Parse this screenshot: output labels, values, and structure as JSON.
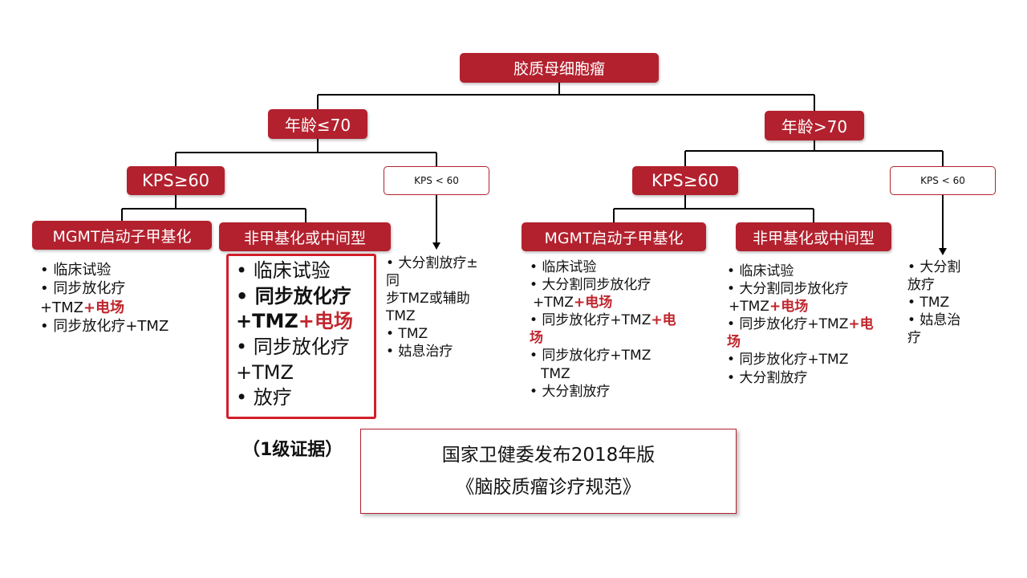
{
  "root": "胶质母细胞瘤",
  "age_low": "年龄≤70",
  "age_high": "年龄>70",
  "kps_hi_left": "KPS≥60",
  "kps_lo_left": "KPS < 60",
  "kps_hi_right": "KPS≥60",
  "kps_lo_right": "KPS < 60",
  "mgmt_left": "MGMT启动子甲基化",
  "unmeth_left": "非甲基化或中间型",
  "mgmt_right": "MGMT启动子甲基化",
  "unmeth_right": "非甲基化或中间型",
  "list_mgmt_left": {
    "l1": "• 临床试验",
    "l2": "• 同步放化疗",
    "l3a": "+TMZ",
    "l3b": "+电场",
    "l4": "• 同步放化疗+TMZ"
  },
  "list_unmeth_left": {
    "l1": "• 临床试验",
    "l2": "• 同步放化疗",
    "l3a": "+TMZ",
    "l3b": "+电场",
    "l4": "• 同步放化疗",
    "l5": "+TMZ",
    "l6": "• 放疗"
  },
  "list_kps_lo_left": {
    "l1": "• 大分割放疗±",
    "l2": "同",
    "l3": "步TMZ或辅助",
    "l4": "TMZ",
    "l5": "• TMZ",
    "l6": "• 姑息治疗"
  },
  "list_mgmt_right": {
    "l1": "• 临床试验",
    "l2": "• 大分割同步放化疗",
    "l3a": "+TMZ",
    "l3b": "+电场",
    "l4a": "• 同步放化疗+TMZ",
    "l4b": "+电",
    "l5": "场",
    "l6": "• 同步放化疗+TMZ",
    "l7": "TMZ",
    "l8": "• 大分割放疗"
  },
  "list_unmeth_right": {
    "l1": "• 临床试验",
    "l2": "• 大分割同步放化疗",
    "l3a": "+TMZ",
    "l3b": "+电场",
    "l4a": "• 同步放化疗+TMZ",
    "l4b": "+电",
    "l5": "场",
    "l6": "• 同步放化疗+TMZ",
    "l7": "• 大分割放疗"
  },
  "list_kps_lo_right": {
    "l1": "• 大分割",
    "l2": "放疗",
    "l3": "• TMZ",
    "l4": "• 姑息治",
    "l5": "疗"
  },
  "evidence_label": "（1级证据）",
  "source": {
    "line1": "国家卫健委发布2018年版",
    "line2": "《脑胶质瘤诊疗规范》"
  },
  "colors": {
    "node_fill": "#b3212e",
    "highlight_border": "#d21f2a",
    "accent_text": "#c0262d"
  }
}
